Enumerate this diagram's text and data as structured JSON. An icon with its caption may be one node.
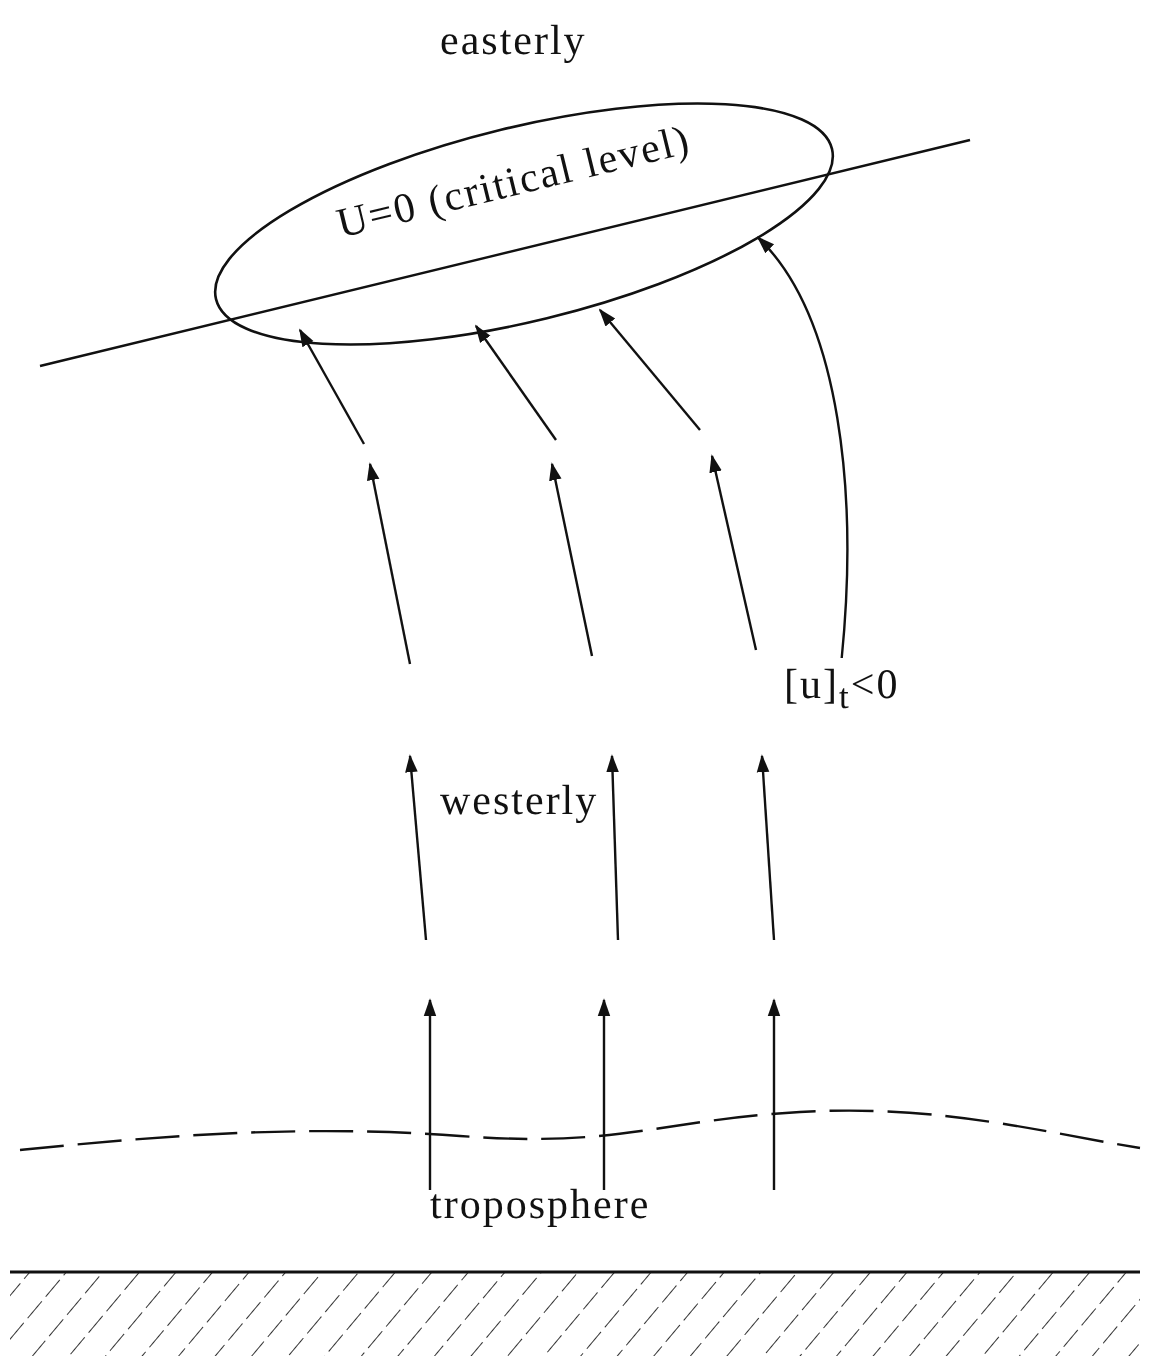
{
  "diagram": {
    "nodes": [
      {
        "text": [
          "U=0 (critical level)"
        ]
      },
      {
        "text": [
          "[u]$_{t}$<0"
        ]
      }
    ],
    "edges": [
      {
        "from": 1,
        "to": 0,
        "arrow": "to"
      }
    ],
    "labels": [
      "easterly",
      "westerly",
      "troposphere"
    ]
  }
}
